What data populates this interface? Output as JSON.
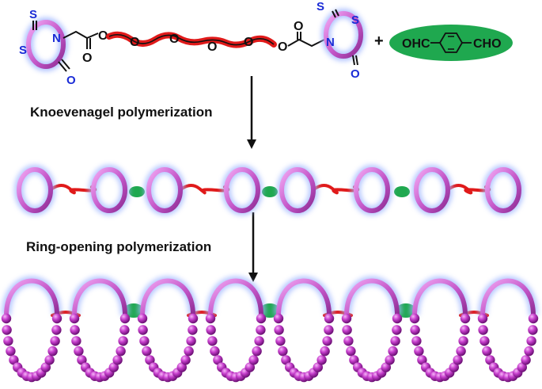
{
  "steps": {
    "step1": "Knoevenagel polymerization",
    "step2": "Ring-opening polymerization"
  },
  "monomer": {
    "atoms": {
      "sulfur": "S",
      "nitrogen": "N",
      "oxygen": "O"
    },
    "plus_sign": "+"
  },
  "aldehyde": {
    "left_group": "OHC",
    "right_group": "CHO"
  },
  "colors": {
    "ring": "#d06ad6",
    "ring_glow": "#9fb6ff",
    "linker": "#e01a1a",
    "aldehyde_fill": "#1fa84f",
    "bead": "#c040c8",
    "heteroatom_blue": "#1a2bd6",
    "oxygen": "#111111"
  }
}
